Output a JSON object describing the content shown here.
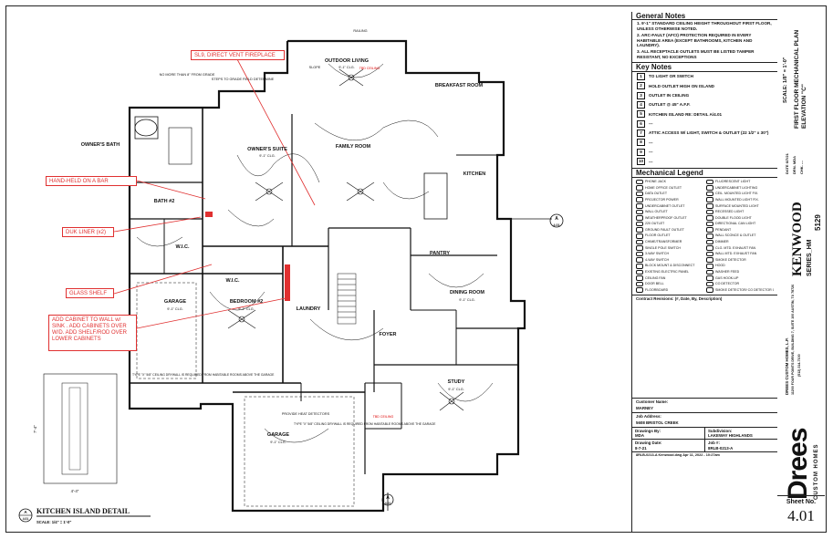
{
  "general_notes": {
    "title": "General Notes",
    "items": [
      "1. 9'-1\" STANDARD CEILING HEIGHT THROUGHOUT FIRST FLOOR, UNLESS OTHERWISE NOTED.",
      "2. ARC-FAULT (AFCI) PROTECTION REQUIRED IN EVERY HABITABLE AREA (EXCEPT BATHROOMS, KITCHEN AND LAUNDRY).",
      "3. ALL RECEPTACLE OUTLETS MUST BE LISTED TAMPER RESISTANT, NO EXCEPTIONS"
    ]
  },
  "key_notes": {
    "title": "Key Notes",
    "items": [
      {
        "num": "1",
        "text": "TO LIGHT OR SWITCH"
      },
      {
        "num": "2",
        "text": "HOLD OUTLET HIGH ON ISLAND"
      },
      {
        "num": "3",
        "text": "OUTLET IN CEILING"
      },
      {
        "num": "4",
        "text": "OUTLET @ 45\" A.F.F."
      },
      {
        "num": "5",
        "text": "KITCHEN ISLAND RE: DETAIL A/4.01"
      },
      {
        "num": "6",
        "text": "---"
      },
      {
        "num": "7",
        "text": "ATTIC ACCESS W/ LIGHT, SWITCH & OUTLET (22 1/2\" x 30\")"
      },
      {
        "num": "8",
        "text": "---"
      },
      {
        "num": "9",
        "text": "---"
      },
      {
        "num": "10",
        "text": "---"
      }
    ]
  },
  "mechanical_legend": {
    "title": "Mechanical Legend",
    "items": [
      "PHONE JACK",
      "FLUORESCENT LIGHT",
      "HOME OFFICE OUTLET",
      "UNDERCABINET LIGHTING",
      "DATA OUTLET",
      "CEIL. MOUNTED LIGHT FIX.",
      "PROJECTOR POWER",
      "WALL MOUNTED LIGHT FIX.",
      "UNDERCABINET OUTLET",
      "SURFACE MOUNTED LIGHT",
      "WALL OUTLET",
      "RECESSED LIGHT",
      "WEATHERPROOF OUTLET",
      "DOUBLE FLOOD LIGHT",
      "220 OUTLET",
      "DIRECTIONAL CAN LIGHT",
      "GROUND FAULT OUTLET",
      "PENDANT",
      "FLOOR OUTLET",
      "WALL SCONCE & OUTLET",
      "CHIME/TRANSFORMER",
      "DIMMER",
      "SINGLE POLE SWITCH",
      "CLG. MTD. EXHAUST FAN",
      "3-WAY SWITCH",
      "WALL MTD. EXHAUST FAN",
      "4-WAY SWITCH",
      "SMOKE DETECTOR",
      "BLOCK MOUNT & DISCONNECT",
      "HOOD",
      "EXISTING ELECTRIC PANEL",
      "WASHER FEED",
      "CEILING FAN",
      "GAS HOOK-UP",
      "DOOR BELL",
      "CO DETECTOR",
      "FLOORBOARD",
      "SMOKE DETECTOR/ CO DETECTOR COMBINATION"
    ]
  },
  "fields": {
    "contract_revisions_label": "Contract Revisions: (#, Date, By, Description)",
    "customer_name_label": "Customer Name:",
    "customer_name": "MARNEY",
    "job_address_label": "Job Address:",
    "job_address": "5608 BRISTOL CREEK",
    "drawings_by_label": "Drawings By:",
    "drawings_by": "MDA",
    "subdivision_label": "Subdivision:",
    "subdivision": "LAKEWAY HIGHLANDS",
    "drawing_date_label": "Drawing Date:",
    "drawing_date": "8-7-21",
    "job_no_label": "Job #:",
    "job_no": "8RLB-0213-A",
    "file_stamp": "8RLB-0213-A Kenwood.dwg   Apr 11, 2022 - 10:27am"
  },
  "title_block": {
    "scale": "SCALE: 1/8\" = 1'-0\"",
    "sheet_title_1": "FIRST FLOOR MECHANICAL PLAN",
    "sheet_title_2": "ELEVATION \"C\"",
    "plan_name": "KENWOOD",
    "series": "SERIES_HM",
    "plan_no": "5129",
    "company": "DREES CUSTOM HOMES, L.P.",
    "address": "11200 FOUR POINTS DRIVE, BUILDING 7, SUITE 100 AUSTIN, TX 78726",
    "phone": "(512) 314-7100",
    "logo": "Drees",
    "logo_sub": "CUSTOM HOMES",
    "sheet_no_label": "Sheet No.",
    "sheet_no": "4.01",
    "rev_rows": [
      {
        "k": "DATE",
        "v": "6/7/21"
      },
      {
        "k": "DRN.",
        "v": "MDA"
      },
      {
        "k": "CHK.",
        "v": "---"
      }
    ]
  },
  "callouts": {
    "c1": "SL9, DIRECT VENT FIREPLACE",
    "c2": "HAND-HELD ON A BAR",
    "c3": "DUK LINER (x2)",
    "c4": "GLASS SHELF",
    "c5": "ADD CABINET TO WALL w/ SINK . ADD CABINETS OVER W/D. ADD SHELF/ROD OVER LOWER CABINETS"
  },
  "rooms": {
    "outdoor_living": "OUTDOOR LIVING",
    "breakfast": "BREAKFAST ROOM",
    "family": "FAMILY ROOM",
    "kitchen": "KITCHEN",
    "owners_suite": "OWNER'S SUITE",
    "owners_bath": "OWNER'S BATH",
    "wic1": "W.I.C.",
    "wic2": "W.I.C.",
    "pantry": "PANTRY",
    "dining": "DINING ROOM",
    "garage1": "GARAGE",
    "bedroom2": "BEDROOM #2",
    "laundry": "LAUNDRY",
    "foyer": "FOYER",
    "study": "STUDY",
    "garage2": "GARAGE",
    "bath2": "BATH #2",
    "tbd_ceiling": "TBD CEILING",
    "tbd_ceiling2": "TBD CEILING",
    "ceiling_hgt": "9'-1\" CLG.",
    "island_detail_title": "KITCHEN ISLAND DETAIL",
    "island_detail_scale": "SCALE: 1/4\" = 1'-0\"",
    "detail_tag": "A",
    "detail_sheet": "4.01",
    "dim_7_4": "7'-4\"",
    "dim_4_4": "4'-4\"",
    "steps": "STEPS TO GRADE FIELD DETERMINE",
    "no_more": "NO MORE THAN 8\" FROM GRADE",
    "garage_note": "TYPE \"X\" 5/8\" CEILING DRYWALL IS REQUIRED FROM HABITABLE ROOMS ABOVE THE GARAGE",
    "provide_heat": "PROVIDE HEAT DETECTORS",
    "railing": "RAILING",
    "slope": "SLOPE"
  }
}
